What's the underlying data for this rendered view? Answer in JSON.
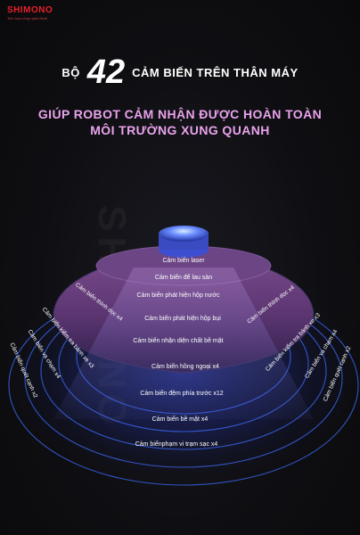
{
  "brand": {
    "name": "SHIMONO",
    "tagline": "Tinh hoa công nghệ Nhật"
  },
  "headline": {
    "prefix": "BỘ",
    "number": "42",
    "suffix": "CẢM BIẾN TRÊN THÂN MÁY"
  },
  "subheadline": {
    "line1": "GIÚP ROBOT CẢM NHẬN ĐƯỢC HOÀN TOÀN",
    "line2": "MÔI TRƯỜNG XUNG QUANH"
  },
  "watermark": "SHIMONO",
  "sensors": {
    "laser": "Cảm biến laser",
    "mop": "Cảm biến để lau sàn",
    "obstacle_box": "Cảm biến phát hiện hộp nước",
    "dust_box": "Cảm biến phát hiện hộp bụi",
    "surface": "Cảm biến nhận diện chất bề mặt",
    "infrared": "Cảm biến hồng ngoại x4",
    "bumper": "Cảm biến đệm phía trước x12",
    "floor": "Cảm biến bề mặt x4",
    "dock": "Cảm biếnphạm vi trạm sạc x4",
    "cliff_left": "Cảm biến thính dọc x4",
    "cliff_right": "Cảm biến thính dọc x4",
    "wheel_left": "Cảm biến kiểm tra bánh xe x3",
    "wheel_right": "Cảm biến kiểm tra bánh xe x3",
    "collision_left": "Cảm biến va chạm x4",
    "collision_right": "Cảm biến va chạm x4",
    "sweep_left": "Cảm biến quét cạnh x2",
    "sweep_right": "Cảm biến quét cạnh x2"
  },
  "colors": {
    "accent_text": "#e9a3ec",
    "brand_red": "#e8202a",
    "ring_blue": "#3f6cff",
    "body_purple": "#6a3e7c"
  }
}
